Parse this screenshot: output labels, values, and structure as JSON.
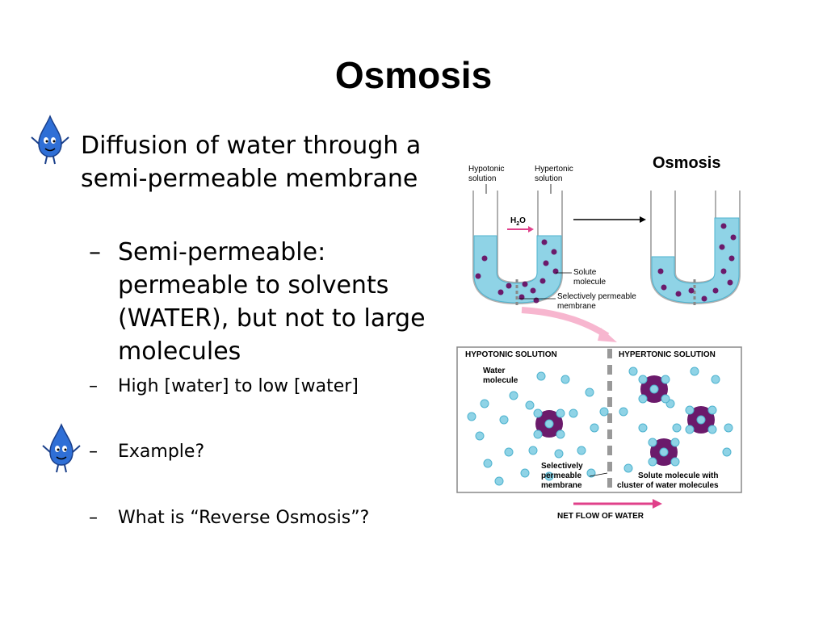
{
  "slide": {
    "title": "Osmosis",
    "main_bullet": "Diffusion of water through a semi-permeable membrane",
    "sub_bullets": [
      {
        "dash": "–",
        "text": "Semi-permeable: permeable to solvents (WATER), but not to large molecules"
      },
      {
        "dash": "–",
        "text": "High [water] to low [water]"
      },
      {
        "dash": "–",
        "text": "Example?"
      },
      {
        "dash": "–",
        "text": "What is “Reverse Osmosis”?"
      }
    ]
  },
  "figure": {
    "top_title": "Osmosis",
    "hypotonic_label": "Hypotonic\nsolution",
    "hypertonic_label": "Hypertonic\nsolution",
    "water_label_main": "H",
    "water_label_sub": "2",
    "water_label_end": "O",
    "solute_label": "Solute\nmolecule",
    "membrane_label": "Selectively permeable\nmembrane",
    "panel_left_header": "HYPOTONIC SOLUTION",
    "panel_right_header": "HYPERTONIC SOLUTION",
    "water_molecule_label": "Water\nmolecule",
    "panel_membrane_label": "Selectively\npermeable\nmembrane",
    "cluster_label": "Solute molecule with\ncluster of water molecules",
    "net_flow_label": "NET FLOW OF WATER",
    "colors": {
      "water": "#8fd3e6",
      "water_dark": "#4fb3cf",
      "solute": "#6b1a6b",
      "arrow_pink": "#e0408a",
      "drop_blue": "#2f6fd6"
    }
  }
}
